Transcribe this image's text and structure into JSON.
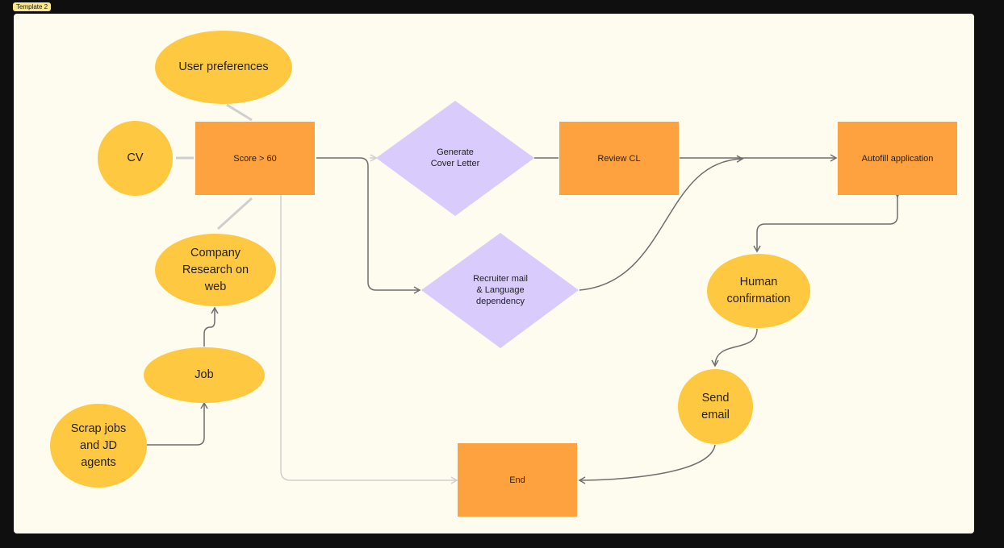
{
  "frame": {
    "label": "Template 2"
  },
  "nodes": {
    "user_preferences": "User preferences",
    "cv": "CV",
    "score": "Score > 60",
    "company_research": "Company\nResearch on\nweb",
    "job": "Job",
    "scrap_jobs": "Scrap jobs\nand JD\nagents",
    "generate_cover_letter": "Generate\nCover Letter",
    "recruiter_mail": "Recruiter mail\n& Language\ndependency",
    "review_cl": "Review CL",
    "autofill": "Autofill application",
    "human_confirmation": "Human\nconfirmation",
    "send_email": "Send\nemail",
    "end": "End"
  },
  "colors": {
    "canvas": "#fefbef",
    "ellipse": "#fec840",
    "rect": "#fea240",
    "diamond": "#d9ccfd",
    "edge": "#6e6e6e",
    "edge_light": "#cfcfcf"
  }
}
